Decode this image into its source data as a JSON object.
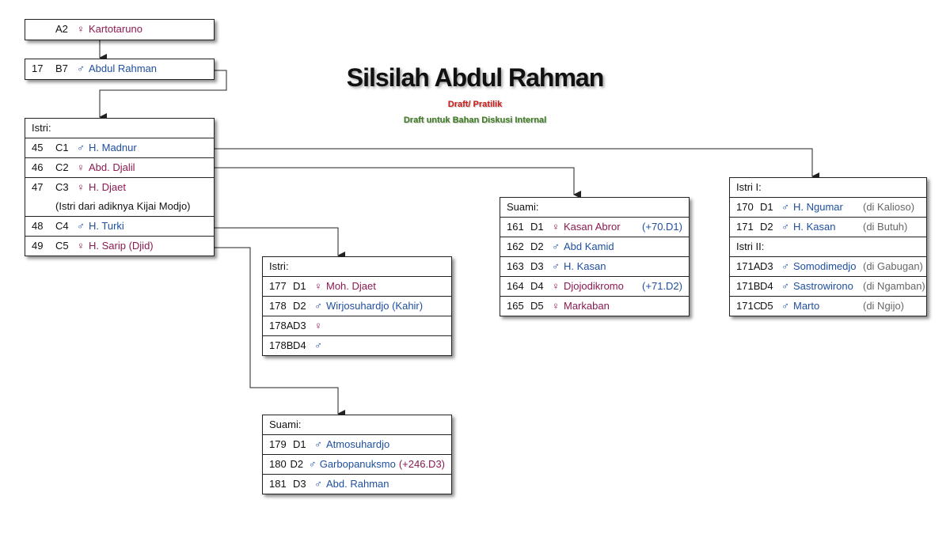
{
  "title": "Silsilah Abdul Rahman",
  "subtitle_1": "Draft/ Pratilik",
  "subtitle_2": "Draft untuk Bahan Diskusi Internal",
  "colors": {
    "male": "#1f4fa0",
    "female": "#8b1a52",
    "line": "#222222"
  },
  "icons": {
    "male": "male-sign-icon",
    "female": "female-sign-icon"
  },
  "box_a2": {
    "gen": "A2",
    "sym": "♀",
    "name": "Kartotaruno"
  },
  "box_17": {
    "num": "17",
    "gen": "B7",
    "sym": "♂",
    "name": "Abdul Rahman"
  },
  "box_c": {
    "header": "Istri:",
    "rows": [
      {
        "num": "45",
        "gen": "C1",
        "sym": "♂",
        "name": "H. Madnur"
      },
      {
        "num": "46",
        "gen": "C2",
        "sym": "♀",
        "name": "Abd. Djalil"
      },
      {
        "num": "47",
        "gen": "C3",
        "sym": "♀",
        "name": "H. Djaet",
        "desc": "(Istri dari adiknya Kijai Modjo)"
      },
      {
        "num": "48",
        "gen": "C4",
        "sym": "♂",
        "name": "H. Turki"
      },
      {
        "num": "49",
        "gen": "C5",
        "sym": "♀",
        "name": "H. Sarip (Djid)"
      }
    ]
  },
  "box_turki": {
    "header": "Istri:",
    "rows": [
      {
        "num": "177",
        "gen": "D1",
        "sym": "♀",
        "name": "Moh. Djaet"
      },
      {
        "num": "178",
        "gen": "D2",
        "sym": "♂",
        "name": "Wirjosuhardjo (Kahir)"
      },
      {
        "num": "178A",
        "gen": "D3",
        "sym": "♀",
        "name": ""
      },
      {
        "num": "178B",
        "gen": "D4",
        "sym": "♂",
        "name": ""
      }
    ]
  },
  "box_sarip": {
    "header": "Suami:",
    "rows": [
      {
        "num": "179",
        "gen": "D1",
        "sym": "♂",
        "name": "Atmosuhardjo"
      },
      {
        "num": "180",
        "gen": "D2",
        "sym": "♂",
        "name": "Garbopanuksmo",
        "note": "(+246.D3)"
      },
      {
        "num": "181",
        "gen": "D3",
        "sym": "♂",
        "name": "Abd. Rahman"
      }
    ]
  },
  "box_djalil": {
    "header": "Suami:",
    "rows": [
      {
        "num": "161",
        "gen": "D1",
        "sym": "♀",
        "name": "Kasan Abror",
        "note": "(+70.D1)"
      },
      {
        "num": "162",
        "gen": "D2",
        "sym": "♂",
        "name": "Abd Kamid"
      },
      {
        "num": "163",
        "gen": "D3",
        "sym": "♂",
        "name": "H. Kasan"
      },
      {
        "num": "164",
        "gen": "D4",
        "sym": "♀",
        "name": "Djojodikromo",
        "note": "(+71.D2)"
      },
      {
        "num": "165",
        "gen": "D5",
        "sym": "♀",
        "name": "Markaban"
      }
    ]
  },
  "box_madnur": {
    "header1": "Istri I:",
    "rows1": [
      {
        "num": "170",
        "gen": "D1",
        "sym": "♂",
        "name": "H. Ngumar",
        "loc": "(di Kalioso)"
      },
      {
        "num": "171",
        "gen": "D2",
        "sym": "♂",
        "name": "H. Kasan",
        "loc": "(di Butuh)"
      }
    ],
    "header2": "Istri II:",
    "rows2": [
      {
        "num": "171A",
        "gen": "D3",
        "sym": "♂",
        "name": "Somodimedjo",
        "loc": "(di Gabugan)"
      },
      {
        "num": "171B",
        "gen": "D4",
        "sym": "♂",
        "name": "Sastrowirono",
        "loc": "(di Ngamban)"
      },
      {
        "num": "171C",
        "gen": "D5",
        "sym": "♂",
        "name": "Marto",
        "loc": "(di Ngijo)"
      }
    ]
  }
}
